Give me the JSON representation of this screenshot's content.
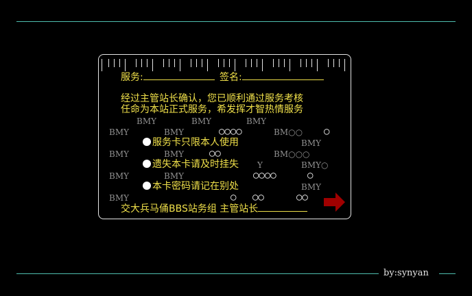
{
  "byline": "by:synyan",
  "card": {
    "service_label": "服务:",
    "signature_label": "签名:",
    "confirm_line1": "经过主管站长确认，您已顺利通过服务考核",
    "confirm_line2": "任命为本站正式服务，希发挥才智热情服务",
    "rule1": "服务卡只限本人使用",
    "rule2": "遗失本卡请及时挂失",
    "rule3": "本卡密码请记在别处",
    "footer": "交大兵马俑BBS站务组 主管站长",
    "watermark": {
      "w1": "BMY",
      "w2": "BMY",
      "w3": "BMY",
      "w4": "BMY",
      "w5": "BMY",
      "w6": "○○○○",
      "w7": "BM○○",
      "w8": "○",
      "w9": "BMY",
      "w10": "BMY",
      "w11": "BMY",
      "w12": "○○",
      "w13": "BM○○○",
      "w14": "Y",
      "w15": "BMY○",
      "w16": "BMY",
      "w17": "BMY",
      "w18": "○○○○",
      "w19": "○",
      "w20": "BMY",
      "w21": "BMY",
      "w22": "○",
      "w23": "○○",
      "w24": "○○"
    }
  }
}
